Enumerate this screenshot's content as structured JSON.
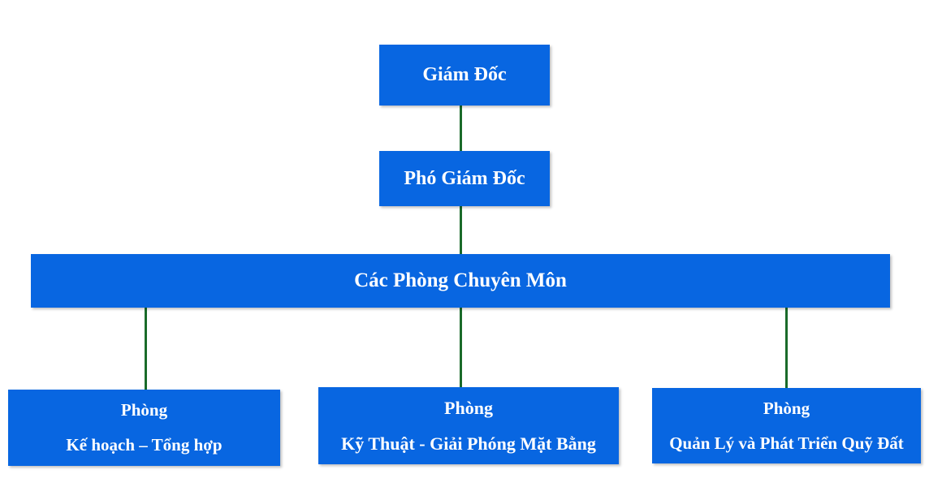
{
  "diagram": {
    "director": {
      "label": "Giám Đốc"
    },
    "vice_director": {
      "label": "Phó Giám Đốc"
    },
    "departments": {
      "label": "Các Phòng Chuyên Môn"
    },
    "dept_planning": {
      "line1": "Phòng",
      "line2": "Kế hoạch – Tổng hợp"
    },
    "dept_technical": {
      "line1": "Phòng",
      "line2": "Kỹ Thuật - Giải Phóng Mặt Bằng"
    },
    "dept_land": {
      "line1": "Phòng",
      "line2": "Quản Lý và Phát Triển Quỹ Đất"
    }
  },
  "colors": {
    "box_fill": "#0866e1",
    "box_text": "#ffffff",
    "connector": "#1a6b2a"
  }
}
